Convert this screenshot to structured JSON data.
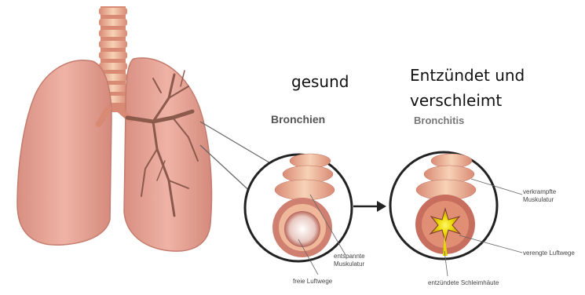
{
  "labels": {
    "healthy_heading": "gesund",
    "inflamed_heading_line1": "Entzündet und",
    "inflamed_heading_line2": "verschleimt",
    "healthy_subtitle": "Bronchien",
    "inflamed_subtitle": "Bronchitis",
    "relaxed_muscle_line1": "entspannte",
    "relaxed_muscle_line2": "Muskulatur",
    "free_airways": "freie Luftwege",
    "cramped_muscle_line1": "verkrampfte",
    "cramped_muscle_line2": "Muskulatur",
    "narrowed_airways": "verengte Luftwege",
    "inflamed_mucosa": "entzündete Schleimhäute"
  },
  "colors": {
    "lung": "#e9a79a",
    "lung_dark": "#c97b6d",
    "trachea_ring": "#f3c7a8",
    "trachea_gap": "#d98a74",
    "bronchi": "#8c5a4b",
    "mucus": "#e8d800"
  }
}
